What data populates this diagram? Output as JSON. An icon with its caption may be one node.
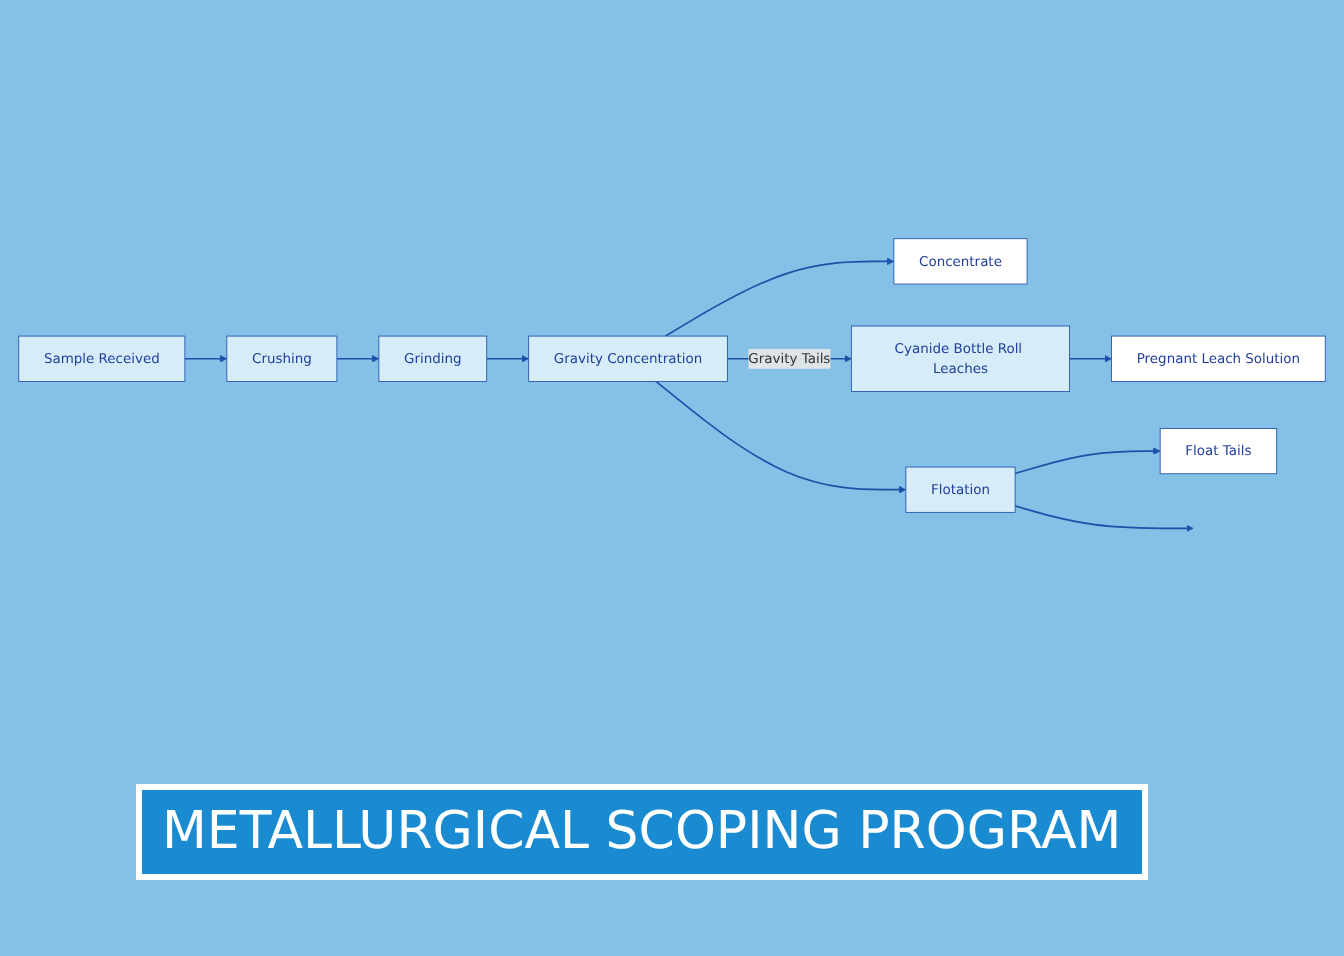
{
  "diagram": {
    "title": "METALLURGICAL SCOPING PROGRAM",
    "nodes": [
      {
        "text": [
          "Sample Received"
        ]
      },
      {
        "text": [
          "Crushing"
        ]
      },
      {
        "text": [
          "Grinding"
        ]
      },
      {
        "text": [
          "Gravity Concentration"
        ]
      },
      {
        "text": [
          "Concentrate"
        ]
      },
      {
        "text": [
          "Cyanide Bottle Roll Leaches"
        ]
      },
      {
        "text": [
          "Flotation"
        ]
      },
      {
        "text": [
          "Pregnant Leach Solution"
        ]
      },
      {
        "text": [
          "Float Tails"
        ]
      }
    ],
    "edges": [
      {
        "from": 0,
        "to": 1,
        "arrow": "to"
      },
      {
        "from": 1,
        "to": 2,
        "arrow": "to"
      },
      {
        "from": 2,
        "to": 3,
        "arrow": "to"
      },
      {
        "from": 3,
        "to": 4,
        "arrow": "to"
      },
      {
        "from": 3,
        "to": 5,
        "arrow": "to",
        "label": "Gravity Tails"
      },
      {
        "from": 3,
        "to": 6,
        "arrow": "to"
      },
      {
        "from": 5,
        "to": 7,
        "arrow": "to"
      },
      {
        "from": 6,
        "to": 8,
        "arrow": "to"
      },
      {
        "from": 6,
        "to": null,
        "arrow": "to"
      }
    ]
  }
}
